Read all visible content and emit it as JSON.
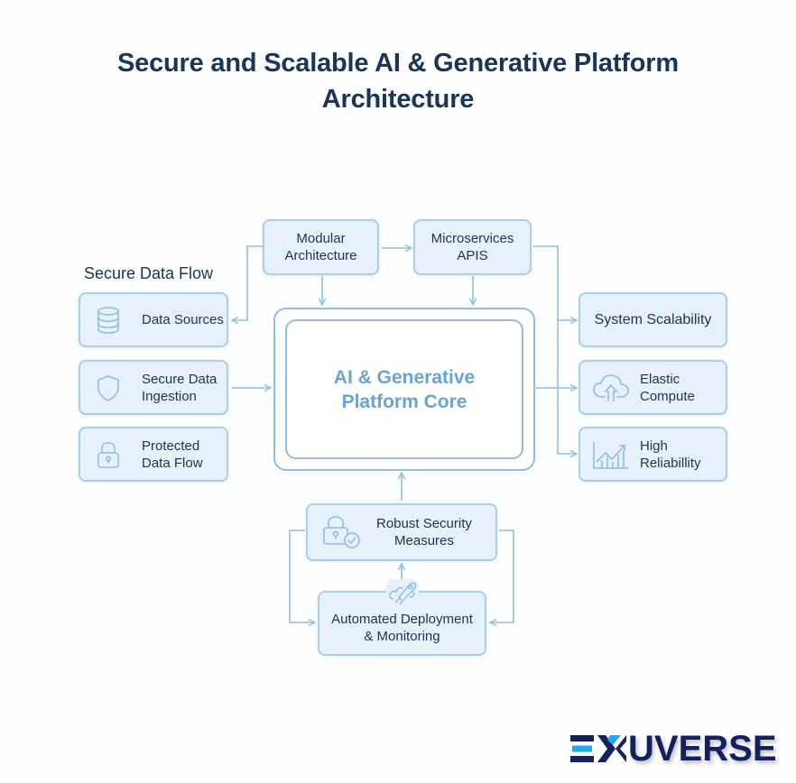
{
  "title": "Secure and Scalable AI & Generative Platform\nArchitecture",
  "title_lines": [
    "Secure and Scalable AI & Generative Platform",
    "Architecture"
  ],
  "colors": {
    "title": "#1b3557",
    "box_fill": "#e6f1fb",
    "box_border": "#a9cdeb",
    "connector": "#8fbde3",
    "core_text": "#6aa3d6",
    "logo_dark": "#15205c",
    "logo_accent": "#1fa9e8"
  },
  "left_section": {
    "label": "Secure Data Flow",
    "items": [
      {
        "label": "Data Sources",
        "icon": "database-icon"
      },
      {
        "label": "Secure Data\nIngestion",
        "icon": "shield-icon"
      },
      {
        "label": "Protected\nData Flow",
        "icon": "lock-icon"
      }
    ]
  },
  "top_items": [
    {
      "label": "Modular\nArchitecture"
    },
    {
      "label": "Microservices\nAPIS"
    }
  ],
  "core": {
    "label": "AI & Generative\nPlatform Core"
  },
  "right_items": [
    {
      "label": "System Scalability",
      "icon": null
    },
    {
      "label": "Elastic\nCompute",
      "icon": "cloud-upload-icon"
    },
    {
      "label": "High\nReliabillity",
      "icon": "chart-growth-icon"
    }
  ],
  "bottom_items": [
    {
      "label": "Robust Security\nMeasures",
      "icon": "lock-check-icon"
    },
    {
      "label": "Automated Deployment\n& Monitoring",
      "icon": "rocket-icon"
    }
  ],
  "logo": {
    "text": "UVERSE",
    "mark": "EX"
  }
}
